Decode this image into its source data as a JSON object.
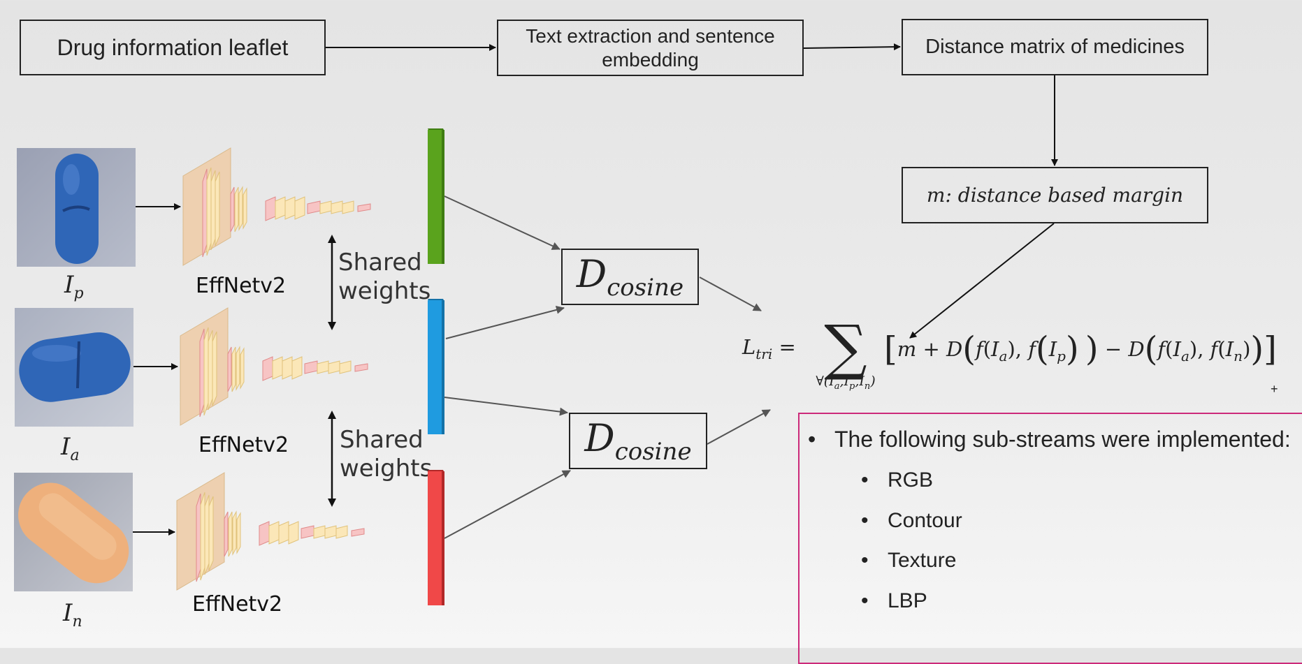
{
  "pipeline": {
    "leaflet": "Drug information leaflet",
    "extraction": "Text extraction and sentence embedding",
    "distance_matrix": "Distance matrix of medicines",
    "margin_m": "m",
    "margin_text": ": distance based margin"
  },
  "images": [
    {
      "name": "I",
      "sub": "p",
      "color": "#2f66b7"
    },
    {
      "name": "I",
      "sub": "a",
      "color": "#2f66b7"
    },
    {
      "name": "I",
      "sub": "n",
      "color": "#eeb07c"
    }
  ],
  "networks": [
    "EffNetv2",
    "EffNetv2",
    "EffNetv2"
  ],
  "shared_weights": [
    "Shared",
    "weights"
  ],
  "embeddings": {
    "positive": "#5aa31d",
    "anchor": "#1f9be0",
    "negative": "#f04848"
  },
  "distance": {
    "D": "D",
    "sub": "cosine"
  },
  "loss": {
    "L": "L",
    "L_sub": "tri",
    "eq": " = ",
    "sum_under": "∀(I",
    "body": "[m + D(f(Iₐ), f(Iₚ)) − D(f(Iₐ), f(Iₙ))]",
    "plus": "+"
  },
  "panel": {
    "header": "The following sub-streams were implemented:",
    "items": [
      "RGB",
      "Contour",
      "Texture",
      "LBP"
    ]
  },
  "colors": {
    "panel_border": "#cc2a7a"
  }
}
